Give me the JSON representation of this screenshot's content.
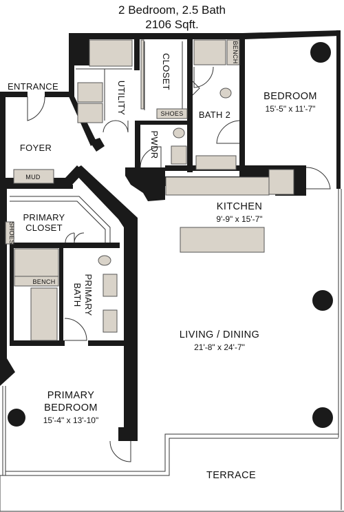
{
  "header": {
    "line1": "2 Bedroom, 2.5 Bath",
    "line2": "2106 Sqft."
  },
  "rooms": {
    "entrance": "ENTRANCE",
    "foyer": "FOYER",
    "mud": "MUD",
    "utility": "UTILITY",
    "closet": "CLOSET",
    "shoes_top": "SHOES",
    "bench_top": "BENCH",
    "bath2": "BATH 2",
    "pwdr": "PWDR",
    "bedroom": "BEDROOM",
    "bedroom_dim": "15'-5\" x 11'-7\"",
    "kitchen": "KITCHEN",
    "kitchen_dim": "9'-9\" x 15'-7\"",
    "primary_closet_1": "PRIMARY",
    "primary_closet_2": "CLOSET",
    "shoes_side": "SHOES",
    "bench_primary": "BENCH",
    "primary_bath_1": "PRIMARY",
    "primary_bath_2": "BATH",
    "living": "LIVING / DINING",
    "living_dim": "21'-8\" x 24'-7\"",
    "primary_bedroom_1": "PRIMARY",
    "primary_bedroom_2": "BEDROOM",
    "primary_bedroom_dim": "15'-4\" x 13'-10\"",
    "terrace": "TERRACE"
  },
  "colors": {
    "wall": "#1a1a1a",
    "fixture_fill": "#d9d3c9",
    "fixture_stroke": "#555555",
    "line": "#333333"
  }
}
